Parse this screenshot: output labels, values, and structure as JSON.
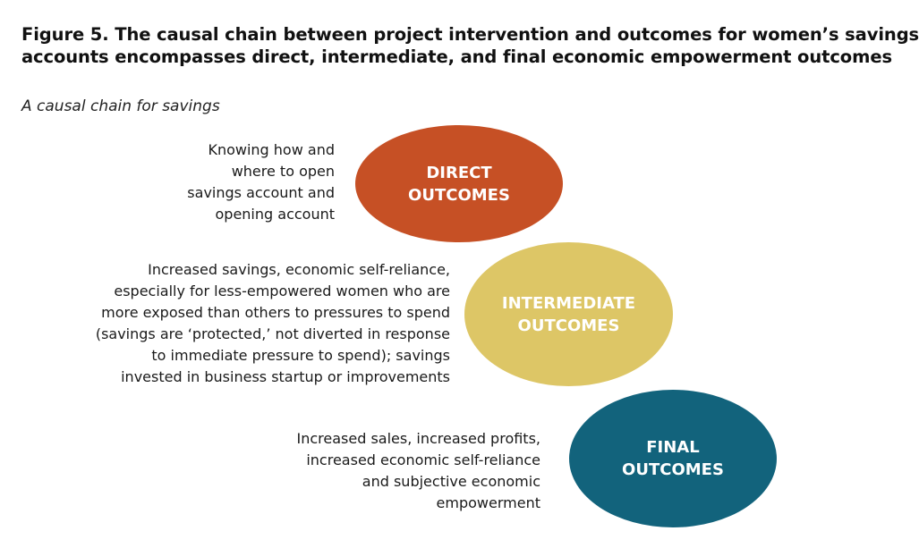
{
  "figure": {
    "title_lines": [
      "Figure 5. The causal chain between project intervention and outcomes for women’s savings",
      "accounts encompasses direct, intermediate, and final economic empowerment outcomes"
    ],
    "subtitle": "A causal chain for savings"
  },
  "stages": {
    "direct": {
      "label_lines": [
        "DIRECT",
        "OUTCOMES"
      ],
      "color": "#c65025",
      "description_lines": [
        "Knowing how and",
        "where to open",
        "savings account and",
        "opening account"
      ]
    },
    "intermediate": {
      "label_lines": [
        "INTERMEDIATE",
        "OUTCOMES"
      ],
      "color": "#ddc666",
      "description_lines": [
        "Increased savings, economic self-reliance,",
        "especially for less-empowered women who are",
        "more exposed than others to pressures to spend",
        "(savings are ‘protected,’ not diverted in response",
        "to immediate pressure to spend); savings",
        "invested in business startup or improvements"
      ]
    },
    "final": {
      "label_lines": [
        "FINAL",
        "OUTCOMES"
      ],
      "color": "#12637c",
      "description_lines": [
        "Increased sales, increased profits,",
        "increased economic self-reliance",
        "and subjective economic",
        "empowerment"
      ]
    }
  }
}
